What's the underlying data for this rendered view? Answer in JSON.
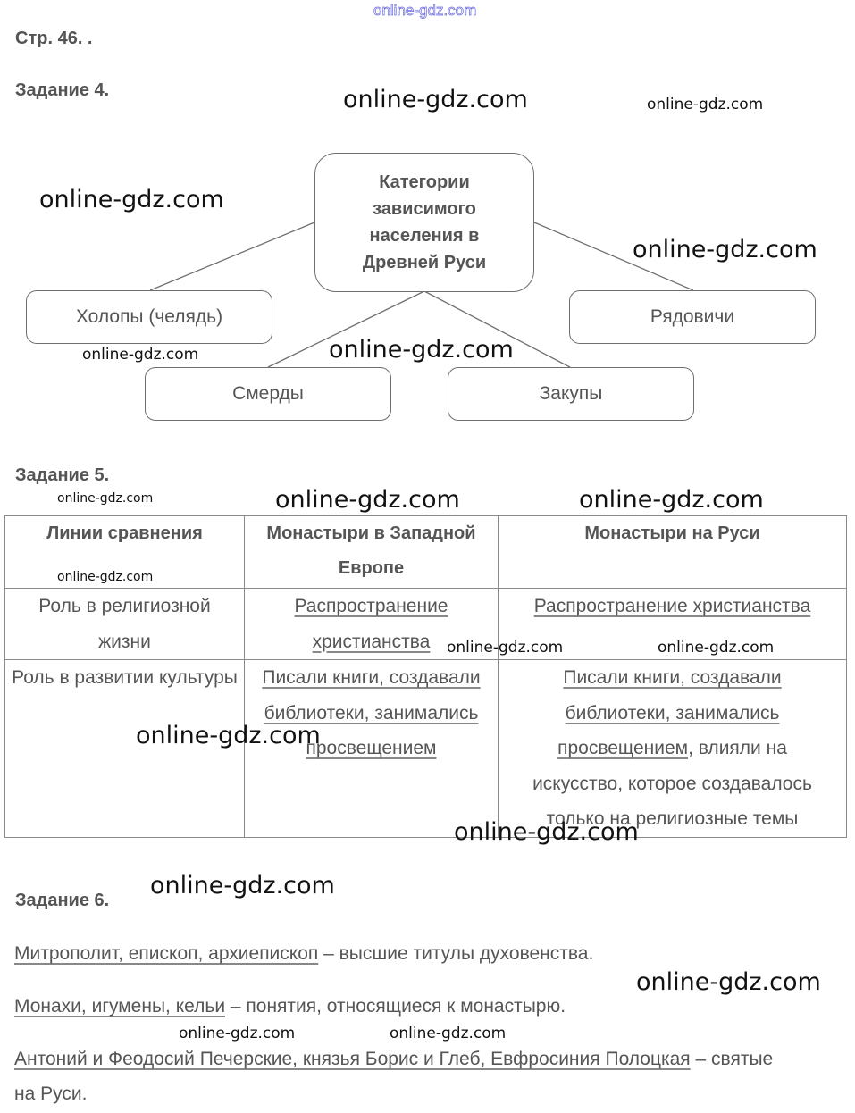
{
  "top_watermark": "online-gdz.com",
  "page_ref": "Стр. 46. .",
  "task4": {
    "title": "Задание 4.",
    "center": [
      "Категории",
      "зависимого",
      "населения в",
      "Древней Руси"
    ],
    "categories": [
      "Холопы (челядь)",
      "Рядовичи",
      "Смерды",
      "Закупы"
    ]
  },
  "task5": {
    "title": "Задание 5.",
    "headers": [
      "Линии сравнения",
      "Монастыри в Западной Европе",
      "Монастыри на Руси"
    ],
    "rows": [
      {
        "line": "Роль в религиозной жизни",
        "west": "Распространение христианства",
        "rus_u": "Распространение христианства",
        "rus_rest": ""
      },
      {
        "line": "Роль в развитии культуры",
        "west": "Писали книги, создавали библиотеки, занимались просвещением",
        "rus_u": "Писали книги, создавали библиотеки, занимались просвещением",
        "rus_rest": ", влияли на искусство, которое создавалось только на религиозные темы"
      }
    ]
  },
  "task6": {
    "title": "Задание 6.",
    "items": [
      {
        "u": "Митрополит, епископ, архиепископ",
        "rest": " – высшие титулы духовенства."
      },
      {
        "u": "Монахи, игумены, кельи",
        "rest": " – понятия, относящиеся к монастырю."
      },
      {
        "u": "Антоний и Феодосий Печерские, князья Борис и Глеб, Евфросиния Полоцкая",
        "rest": " – святые на Руси."
      }
    ]
  },
  "watermarks": [
    "online-gdz.com",
    "online-gdz.com",
    "online-gdz.com",
    "online-gdz.com",
    "online-gdz.com",
    "online-gdz.com",
    "online-gdz.com",
    "online-gdz.com",
    "online-gdz.com",
    "online-gdz.com",
    "online-gdz.com",
    "online-gdz.com",
    "online-gdz.com",
    "online-gdz.com",
    "online-gdz.com",
    "online-gdz.com",
    "online-gdz.com",
    "online-gdz.com",
    "online-gdz.com"
  ]
}
